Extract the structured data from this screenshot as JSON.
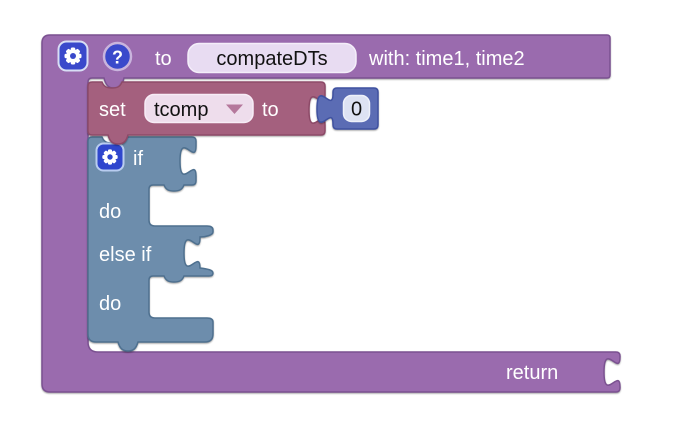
{
  "workspace": {
    "background": "#ffffff"
  },
  "colors": {
    "procedure_fill": "#9a6bae",
    "procedure_border": "#7b5191",
    "set_fill": "#a4607e",
    "set_border": "#8d4a68",
    "if_fill": "#6d8dac",
    "if_border": "#4e708f",
    "number_fill": "#5b6cb4",
    "number_border": "#3f51a0",
    "icon_button_fill": "#3a49cb",
    "name_field_fill": "#e8dcf2",
    "variable_field_fill": "#eeddec",
    "number_field_fill": "#dde2f3"
  },
  "procedure_block": {
    "to_label": "to",
    "name_value": "compateDTs",
    "params_text": "with: time1, time2",
    "return_label": "return",
    "help_glyph": "?"
  },
  "set_block": {
    "set_label": "set",
    "variable_name": "tcomp",
    "to_label": "to",
    "value": "0"
  },
  "if_block": {
    "if_label": "if",
    "do_label": "do",
    "else_if_label": "else if",
    "do2_label": "do"
  }
}
